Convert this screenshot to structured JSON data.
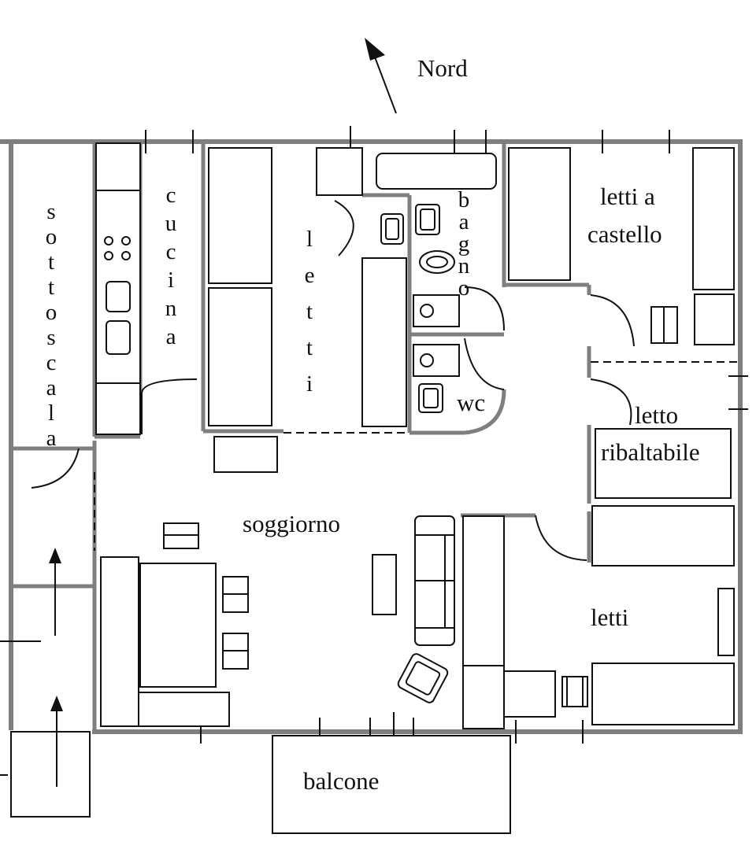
{
  "labels": {
    "north": "Nord",
    "sottoscala": "sottoscala",
    "cucina": "cucina",
    "letti_vertical": "letti",
    "bagno": "bagno",
    "letti_castello_1": "letti a",
    "letti_castello_2": "castello",
    "wc": "wc",
    "letto_ribaltabile_1": "letto",
    "letto_ribaltabile_2": "ribaltabile",
    "soggiorno": "soggiorno",
    "letti": "letti",
    "balcone": "balcone"
  },
  "icons": [
    "north-arrow-icon",
    "stair-arrow-icon"
  ]
}
